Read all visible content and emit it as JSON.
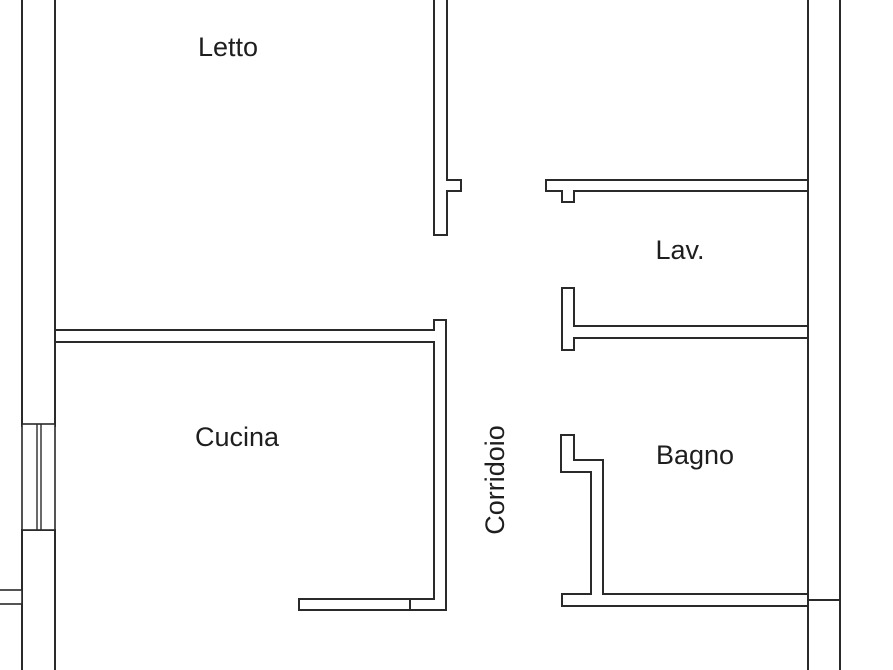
{
  "rooms": {
    "letto": "Letto",
    "lavanderia": "Lav.",
    "cucina": "Cucina",
    "corridoio": "Corridoio",
    "bagno": "Bagno"
  },
  "colors": {
    "wall_stroke": "#2a2a2a",
    "wall_fill": "#ffffff",
    "label": "#1e1e1e",
    "background": "#ffffff"
  }
}
